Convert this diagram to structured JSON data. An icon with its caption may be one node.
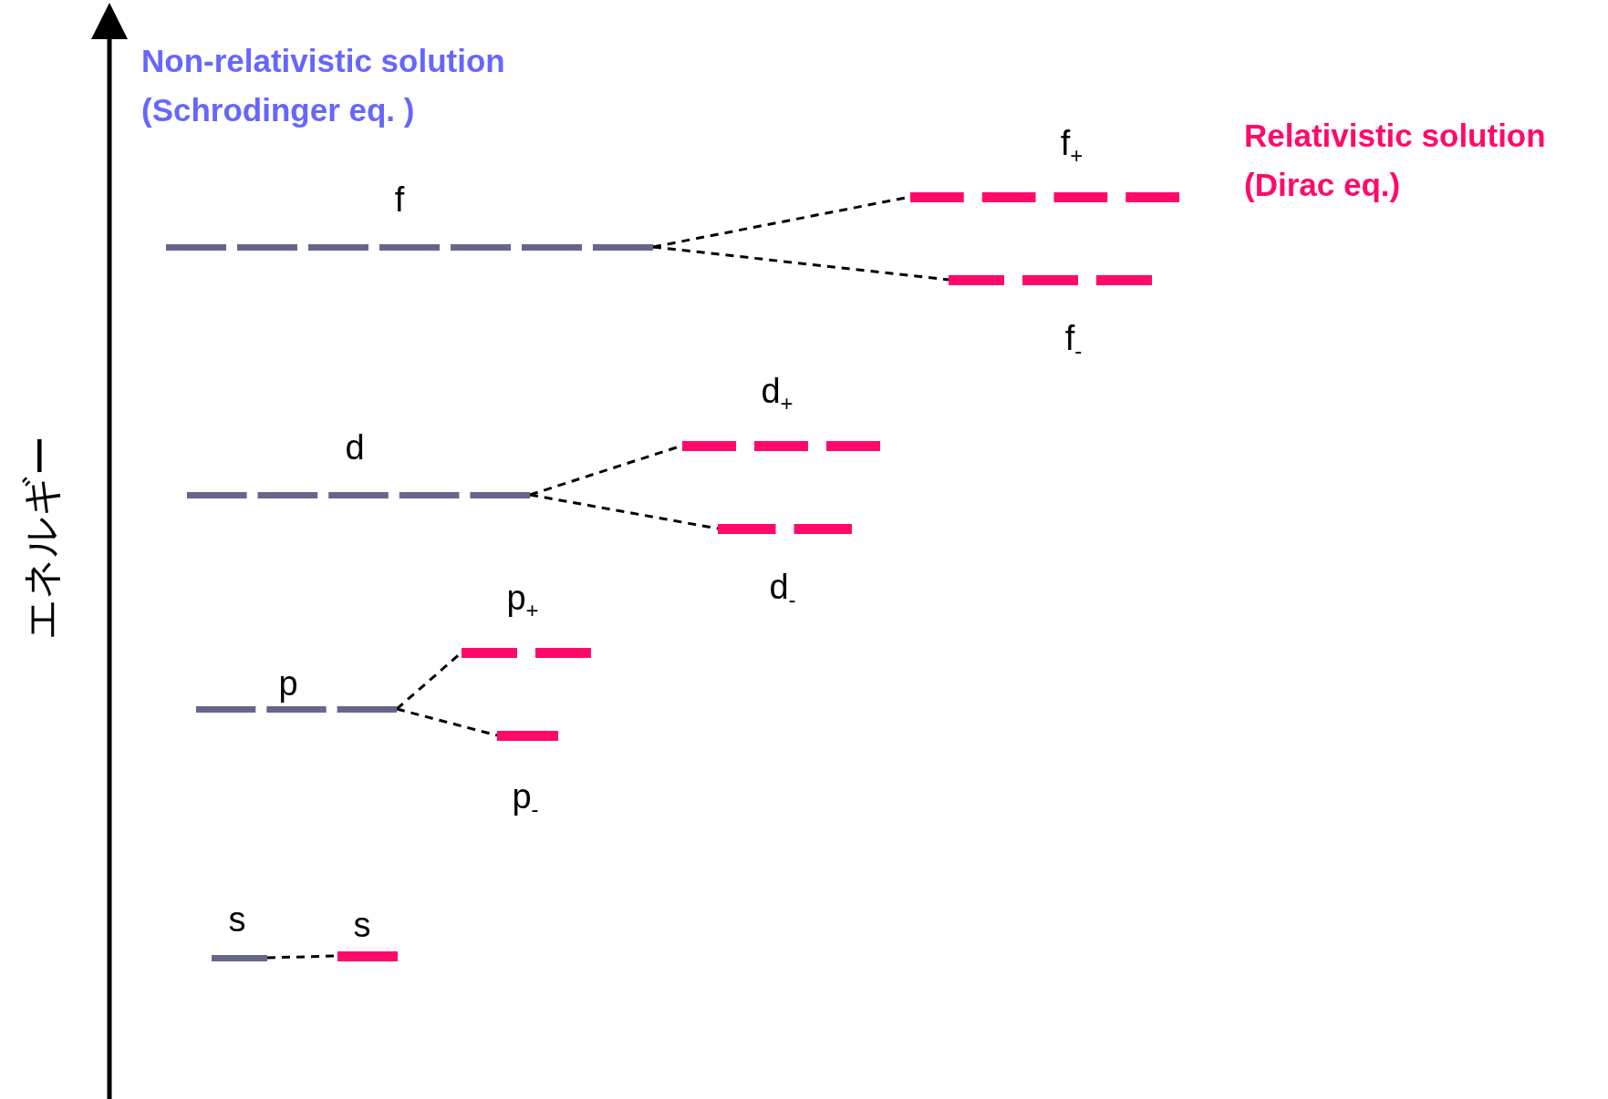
{
  "diagram": {
    "nodes": [
      {
        "text": [
          "f"
        ]
      },
      {
        "text": [
          "f$_{+}$"
        ]
      },
      {
        "text": [
          "f$_{-}$"
        ]
      },
      {
        "text": [
          "d"
        ]
      },
      {
        "text": [
          "d$_{+}$"
        ]
      },
      {
        "text": [
          "d$_{-}$"
        ]
      },
      {
        "text": [
          "p"
        ]
      },
      {
        "text": [
          "p$_{+}$"
        ]
      },
      {
        "text": [
          "p$_{-}$"
        ]
      },
      {
        "text": [
          "s"
        ]
      },
      {
        "text": [
          "s"
        ]
      }
    ],
    "edges": [
      {
        "from": 0,
        "to": 1,
        "arrow": "none",
        "style": "dashed"
      },
      {
        "from": 0,
        "to": 2,
        "arrow": "none",
        "style": "dashed"
      },
      {
        "from": 3,
        "to": 4,
        "arrow": "none",
        "style": "dashed"
      },
      {
        "from": 3,
        "to": 5,
        "arrow": "none",
        "style": "dashed"
      },
      {
        "from": 6,
        "to": 7,
        "arrow": "none",
        "style": "dashed"
      },
      {
        "from": 6,
        "to": 8,
        "arrow": "none",
        "style": "dashed"
      },
      {
        "from": 9,
        "to": 10,
        "arrow": "none",
        "style": "dashed"
      }
    ],
    "labels": [
      "Non-relativistic solution (Schrodinger eq. )",
      "Relativistic solution (Dirac eq.)",
      "エネルギー"
    ]
  }
}
